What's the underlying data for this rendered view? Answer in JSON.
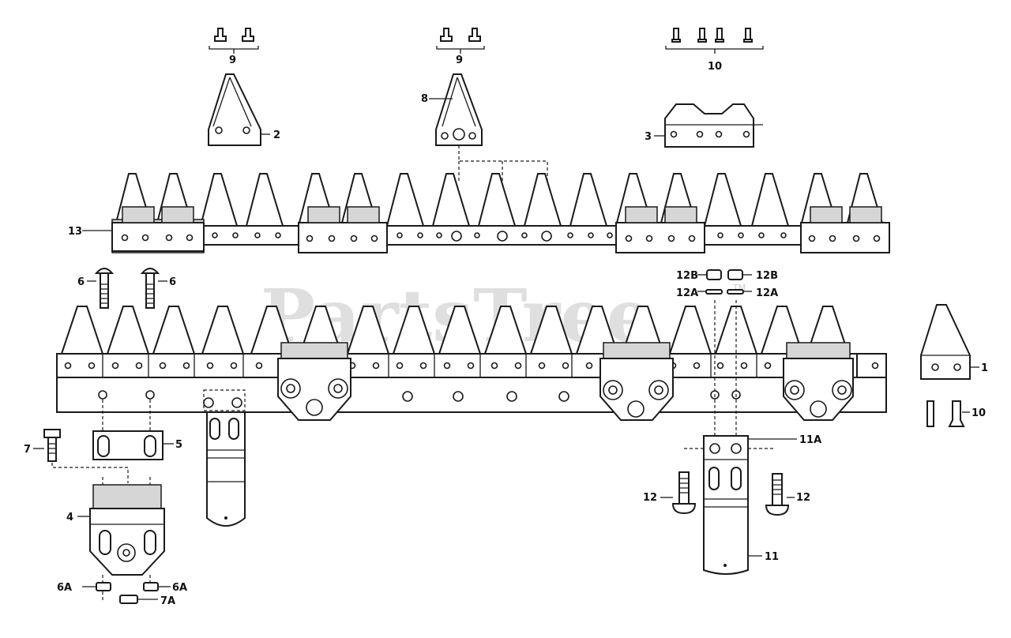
{
  "watermark": {
    "text": "PartsTree",
    "mark": "TM"
  },
  "labels": {
    "l1": "1",
    "l2": "2",
    "l3": "3",
    "l4": "4",
    "l5": "5",
    "l6a": "6",
    "l6b": "6",
    "l6A_left": "6A",
    "l6A_right": "6A",
    "l7": "7",
    "l7A": "7A",
    "l8": "8",
    "l9a": "9",
    "l9b": "9",
    "l10a": "10",
    "l10b": "10",
    "l11": "11",
    "l11A": "11A",
    "l12_left": "12",
    "l12_right": "12",
    "l12A_left": "12A",
    "l12A_right": "12A",
    "l12B_left": "12B",
    "l12B_right": "12B",
    "l13": "13"
  }
}
